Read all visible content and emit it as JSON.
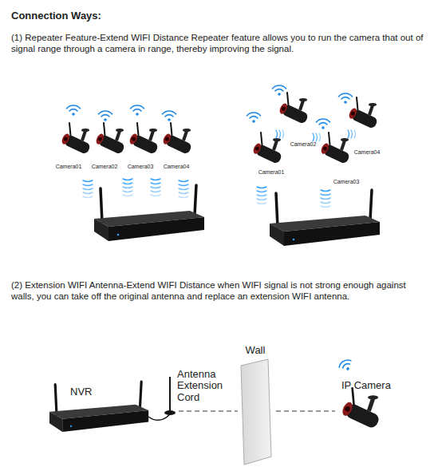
{
  "diagram": {
    "title": "Connection Ways:",
    "labels": [
      "(1) Repeater Feature-Extend WIFI Distance Repeater feature allows you to run the camera that out of signal range through a camera in range, thereby improving the signal.",
      "Camera01",
      "Camera02",
      "Camera03",
      "Camera04",
      "Camera02",
      "Camera04",
      "Camera01",
      "Camera03",
      "(2) Extension WIFI Antenna-Extend WIFI Distance when WIFI signal is not strong enough against walls, you can take off the original antenna and replace an extension WIFI antenna.",
      "Wall",
      "Antenna Extension Cord",
      "NVR",
      "IP Camera"
    ]
  }
}
